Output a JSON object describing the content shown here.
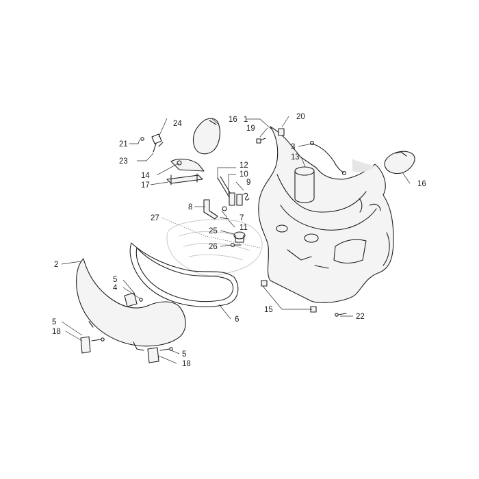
{
  "labels": {
    "p1": "1",
    "p2": "2",
    "p3": "3",
    "p4": "4",
    "p5a": "5",
    "p5b": "5",
    "p5c": "5",
    "p6": "6",
    "p7": "7",
    "p8": "8",
    "p9": "9",
    "p10": "10",
    "p11": "11",
    "p12": "12",
    "p13": "13",
    "p14": "14",
    "p15": "15",
    "p16a": "16",
    "p16b": "16",
    "p17": "17",
    "p18a": "18",
    "p18b": "18",
    "p19": "19",
    "p20": "20",
    "p21": "21",
    "p22": "22",
    "p23": "23",
    "p24": "24",
    "p25": "25",
    "p26": "26",
    "p27": "27"
  }
}
